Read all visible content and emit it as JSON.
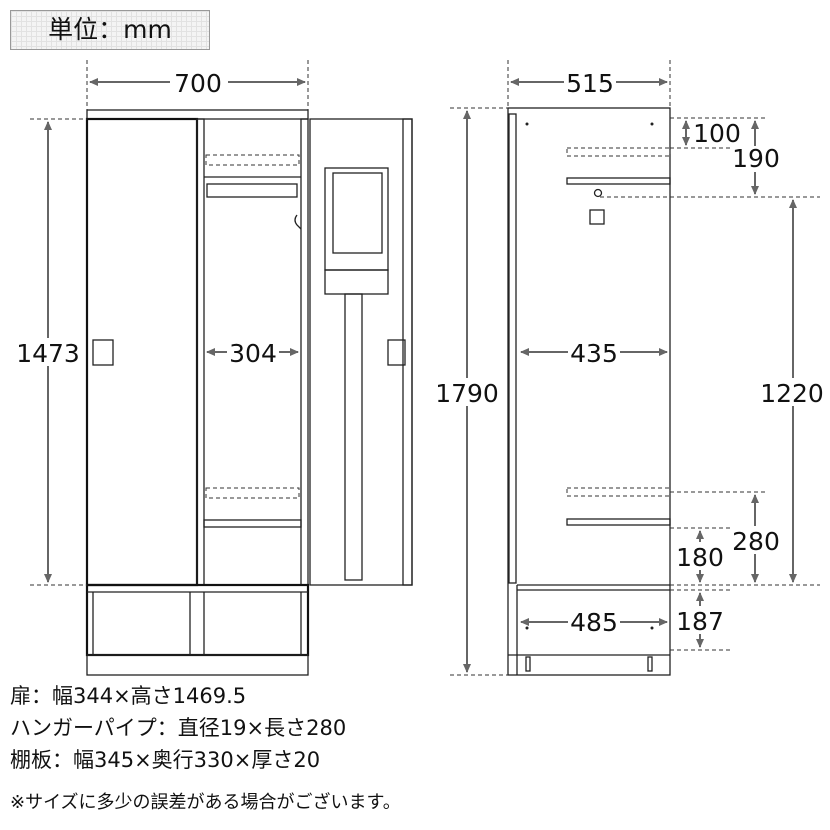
{
  "unit_label": "単位：mm",
  "front_view": {
    "width": "700",
    "height": "1473",
    "inner_width": "304"
  },
  "side_view": {
    "depth": "515",
    "total_height": "1790",
    "inner_depth": "435",
    "base_depth": "485",
    "top_to_shelf": "100",
    "top_to_pipe": "190",
    "pipe_to_base": "1220",
    "lower_shelf_gap": "280",
    "shelf_to_base": "180",
    "base_height": "187"
  },
  "specs": [
    "扉：幅344×高さ1469.5",
    "ハンガーパイプ：直径19×長さ280",
    "棚板：幅345×奥行330×厚さ20"
  ],
  "note": "※サイズに多少の誤差がある場合がございます。"
}
